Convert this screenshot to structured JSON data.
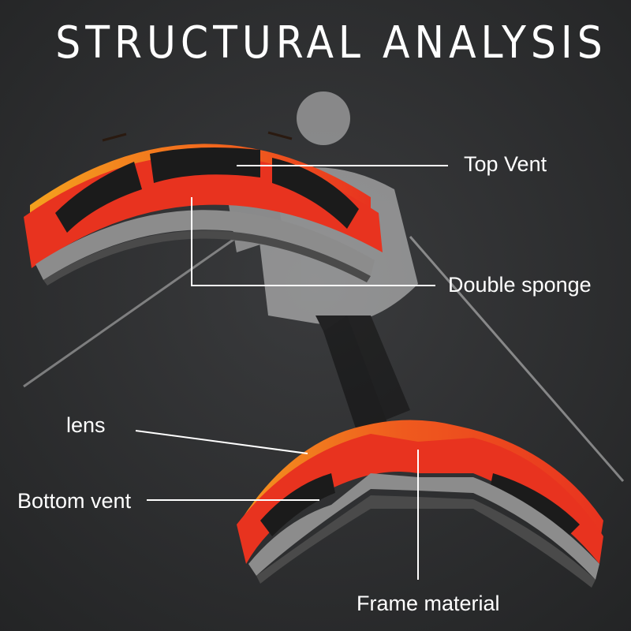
{
  "title": "STRUCTURAL ANALYSIS",
  "callouts": {
    "top_vent": "Top Vent",
    "double_sponge": "Double sponge",
    "lens": "lens",
    "bottom_vent": "Bottom vent",
    "frame_material": "Frame material"
  },
  "colors": {
    "background": "#2b2c2e",
    "frame_red": "#e8331f",
    "lens_orange": "#f07a1c",
    "vent_black": "#1a1a1a",
    "sponge_gray": "#8c8c8c",
    "label_white": "#ffffff"
  }
}
